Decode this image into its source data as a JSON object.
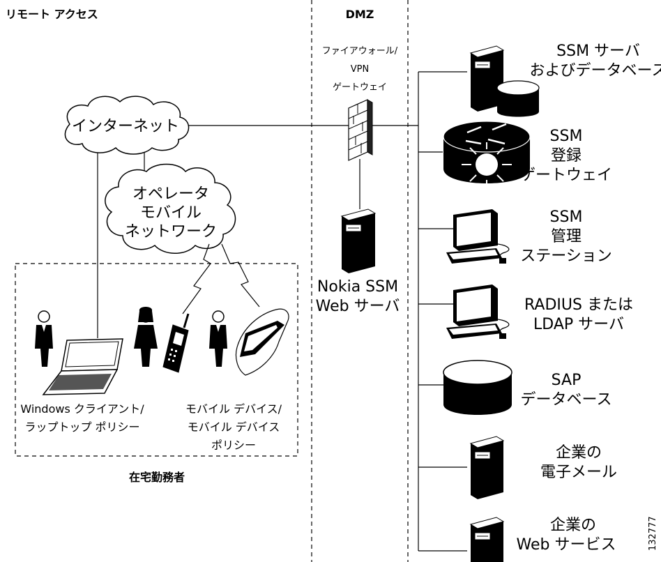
{
  "section_titles": {
    "remote_access": "リモート アクセス",
    "dmz": "DMZ",
    "telecommuter": "在宅勤務者"
  },
  "clouds": {
    "internet": "インターネット",
    "operator_line1": "オペレータ",
    "operator_line2": "モバイル",
    "operator_line3": "ネットワーク"
  },
  "firewall": {
    "line1": "ファイアウォール/",
    "line2": "VPN",
    "line3": "ゲートウェイ"
  },
  "nokia_server": {
    "line1": "Nokia SSM",
    "line2": "Web サーバ"
  },
  "remote_devices": {
    "windows_line1": "Windows クライアント/",
    "windows_line2": "ラップトップ ポリシー",
    "mobile_line1": "モバイル デバイス/",
    "mobile_line2": "モバイル デバイス",
    "mobile_line3": "ポリシー"
  },
  "servers": {
    "ssm_server_line1": "SSM サーバ",
    "ssm_server_line2": "およびデータベース",
    "gateway_line1": "SSM",
    "gateway_line2": "登録",
    "gateway_line3": "ゲートウェイ",
    "mgmt_line1": "SSM",
    "mgmt_line2": "管理",
    "mgmt_line3": "ステーション",
    "radius_line1": "RADIUS または",
    "radius_line2": "LDAP サーバ",
    "sap_line1": "SAP",
    "sap_line2": "データベース",
    "mail_line1": "企業の",
    "mail_line2": "電子メール",
    "web_line1": "企業の",
    "web_line2": "Web サービス"
  },
  "figure_id": "132777"
}
